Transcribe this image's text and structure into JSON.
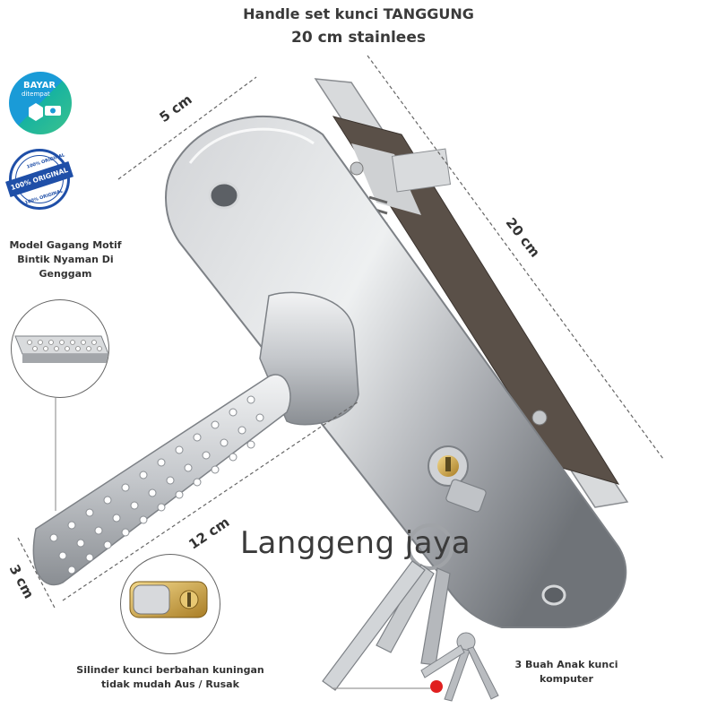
{
  "header": {
    "title_line1": "Handle set kunci TANGGUNG",
    "title_line2": "20 cm stainlees"
  },
  "badges": {
    "bayar_line1": "BAYAR",
    "bayar_line2": "ditempat",
    "original_band": "100% ORIGINAL",
    "original_small": "100% ORIGINAL"
  },
  "captions": {
    "motif_line1": "Model Gagang Motif",
    "motif_line2": "Bintik Nyaman Di",
    "motif_line3": "Genggam",
    "silinder_line1": "Silinder kunci berbahan kuningan",
    "silinder_line2": "tidak mudah Aus / Rusak",
    "kunci_line1": "3 Buah Anak kunci",
    "kunci_line2": "komputer"
  },
  "dimensions": {
    "plate_width": "5 cm",
    "plate_length": "20 cm",
    "handle_length": "12 cm",
    "handle_width": "3 cm"
  },
  "watermark": "Langgeng jaya",
  "colors": {
    "steel_light": "#e6e7e9",
    "steel_mid": "#b9bcc0",
    "steel_dark": "#7d8186",
    "brass": "#c9a24a",
    "badge_blue": "#1f4fa8",
    "badge_teal": "#17b3a0"
  }
}
